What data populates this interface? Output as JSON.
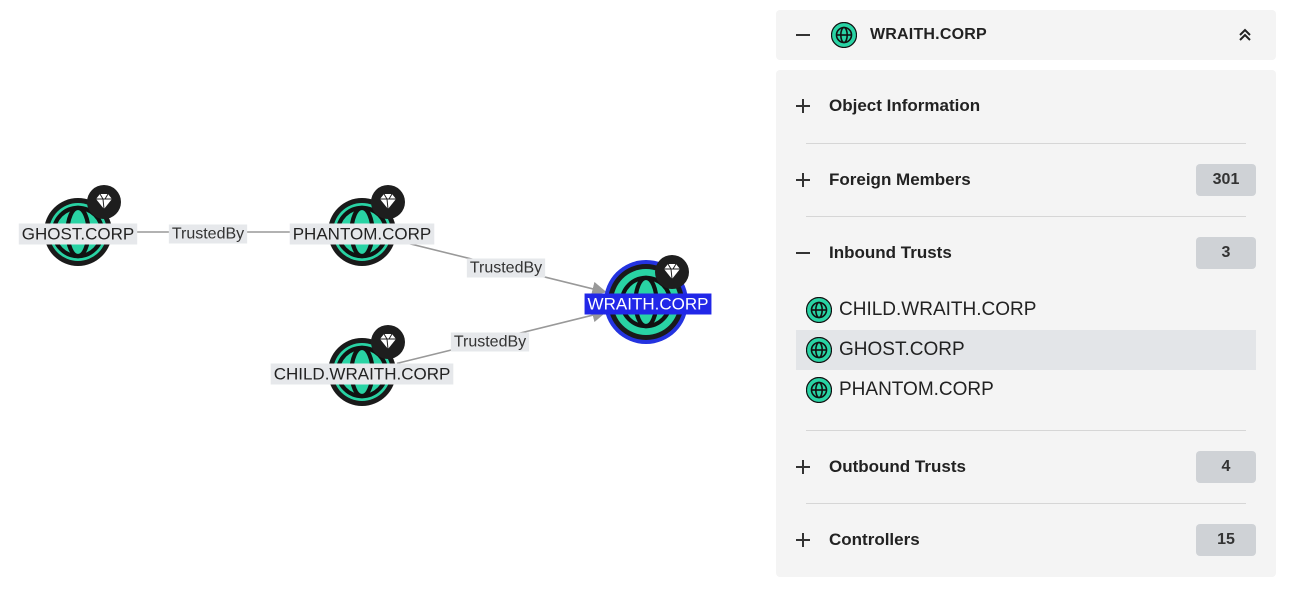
{
  "graph": {
    "nodes": [
      {
        "id": "ghost",
        "label": "GHOST.CORP"
      },
      {
        "id": "phantom",
        "label": "PHANTOM.CORP"
      },
      {
        "id": "child",
        "label": "CHILD.WRAITH.CORP"
      },
      {
        "id": "wraith",
        "label": "WRAITH.CORP",
        "selected": true
      }
    ],
    "edges": [
      {
        "from": "ghost",
        "to": "phantom",
        "label": "TrustedBy"
      },
      {
        "from": "phantom",
        "to": "wraith",
        "label": "TrustedBy"
      },
      {
        "from": "child",
        "to": "wraith",
        "label": "TrustedBy"
      }
    ]
  },
  "panel": {
    "title": "WRAITH.CORP",
    "sections": [
      {
        "label": "Object Information",
        "expanded": false
      },
      {
        "label": "Foreign Members",
        "count": "301",
        "expanded": false
      },
      {
        "label": "Inbound Trusts",
        "count": "3",
        "expanded": true
      },
      {
        "label": "Outbound Trusts",
        "count": "4",
        "expanded": false
      },
      {
        "label": "Controllers",
        "count": "15",
        "expanded": false
      }
    ],
    "inbound_trusts": [
      "CHILD.WRAITH.CORP",
      "GHOST.CORP",
      "PHANTOM.CORP"
    ],
    "selected_trust": "GHOST.CORP"
  },
  "colors": {
    "node_fill": "#29d3a4",
    "node_ring": "#1a1a1a",
    "selected_ring": "#2433e0",
    "label_bg": "#e6e8eb",
    "selected_label_bg": "#2127e8",
    "edge": "#999999",
    "badge_bg": "#cfd2d6"
  },
  "icons": {
    "domain": "globe-icon",
    "tier_zero": "gem-icon",
    "collapse": "chevrons-up-icon"
  }
}
